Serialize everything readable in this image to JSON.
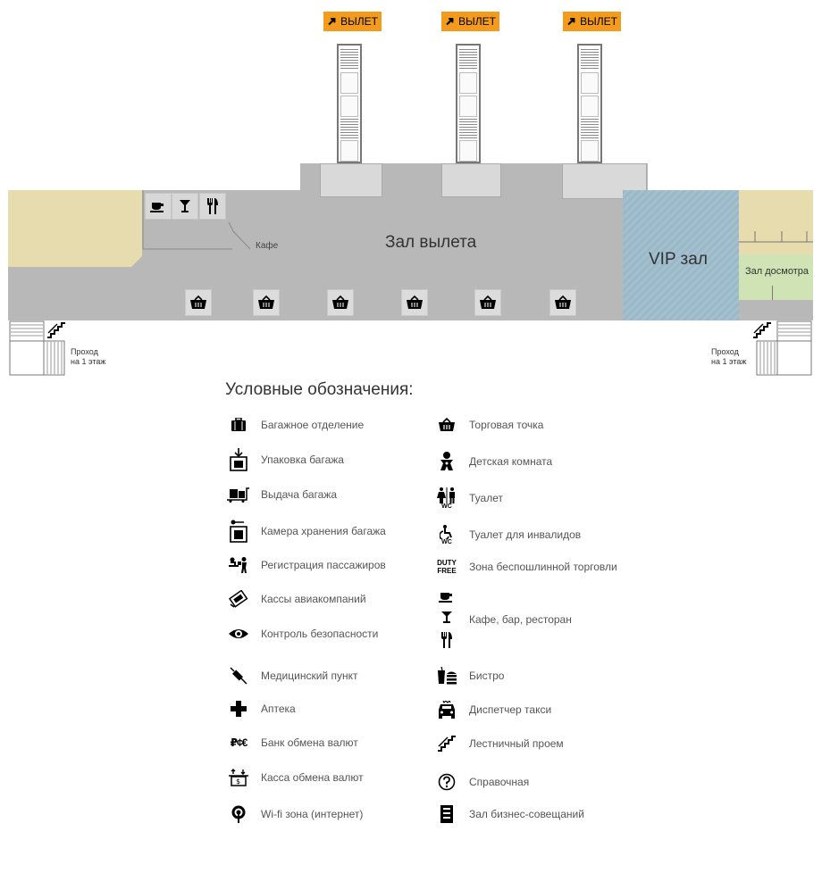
{
  "map": {
    "sign_label": "ВЫЛЕТ",
    "departure_hall_label": "Зал вылета",
    "vip_hall_label": "VIP зал",
    "screening_hall_label": "Зал досмотра",
    "cafe_label": "Кафе",
    "passage_left_label_line1": "Проход",
    "passage_left_label_line2": "на 1 этаж",
    "passage_right_label_line1": "Проход",
    "passage_right_label_line2": "на 1 этаж",
    "colors": {
      "sign": "#f29b1d",
      "hall": "#b8b8b8",
      "beige": "#e6dcae",
      "vip": "#9ab8c8",
      "screening": "#cfe3b4"
    }
  },
  "legend": {
    "title": "Условные обозначения:",
    "left": [
      {
        "icon": "baggage-icon",
        "label": "Багажное отделение"
      },
      {
        "icon": "baggage-wrap-icon",
        "label": "Упаковка багажа"
      },
      {
        "icon": "baggage-claim-icon",
        "label": "Выдача багажа"
      },
      {
        "icon": "luggage-storage-icon",
        "label": "Камера хранения багажа"
      },
      {
        "icon": "check-in-icon",
        "label": "Регистрация пассажиров"
      },
      {
        "icon": "ticket-office-icon",
        "label": "Кассы авиакомпаний"
      },
      {
        "icon": "eye-icon",
        "label": "Контроль безопасности"
      },
      {
        "icon": "syringe-icon",
        "label": "Медицинский пункт"
      },
      {
        "icon": "cross-icon",
        "label": "Аптека"
      },
      {
        "icon": "currency-icon",
        "label": "Банк обмена валют"
      },
      {
        "icon": "exchange-office-icon",
        "label": "Касса обмена валют"
      },
      {
        "icon": "wifi-icon",
        "label": "Wi-fi зона (интернет)"
      }
    ],
    "right": [
      {
        "icon": "shop-basket-icon",
        "label": "Торговая точка"
      },
      {
        "icon": "baby-icon",
        "label": "Детская комната"
      },
      {
        "icon": "toilet-icon",
        "label": "Туалет"
      },
      {
        "icon": "accessible-toilet-icon",
        "label": "Туалет для инвалидов"
      },
      {
        "icon": "duty-free-icon",
        "label": "Зона беспошлинной торговли"
      },
      {
        "icon": "cafe-bar-restaurant-icon",
        "label": "Кафе, бар, ресторан"
      },
      {
        "icon": "bistro-icon",
        "label": "Бистро"
      },
      {
        "icon": "taxi-icon",
        "label": "Диспетчер такси"
      },
      {
        "icon": "stairs-icon",
        "label": "Лестничный проем"
      },
      {
        "icon": "question-icon",
        "label": "Справочная"
      },
      {
        "icon": "business-hall-icon",
        "label": "Зал бизнес-совещаний"
      }
    ],
    "duty_free_line1": "DUTY",
    "duty_free_line2": "FREE",
    "wc_label": "WC",
    "currency_symbols": "₽¢€"
  }
}
